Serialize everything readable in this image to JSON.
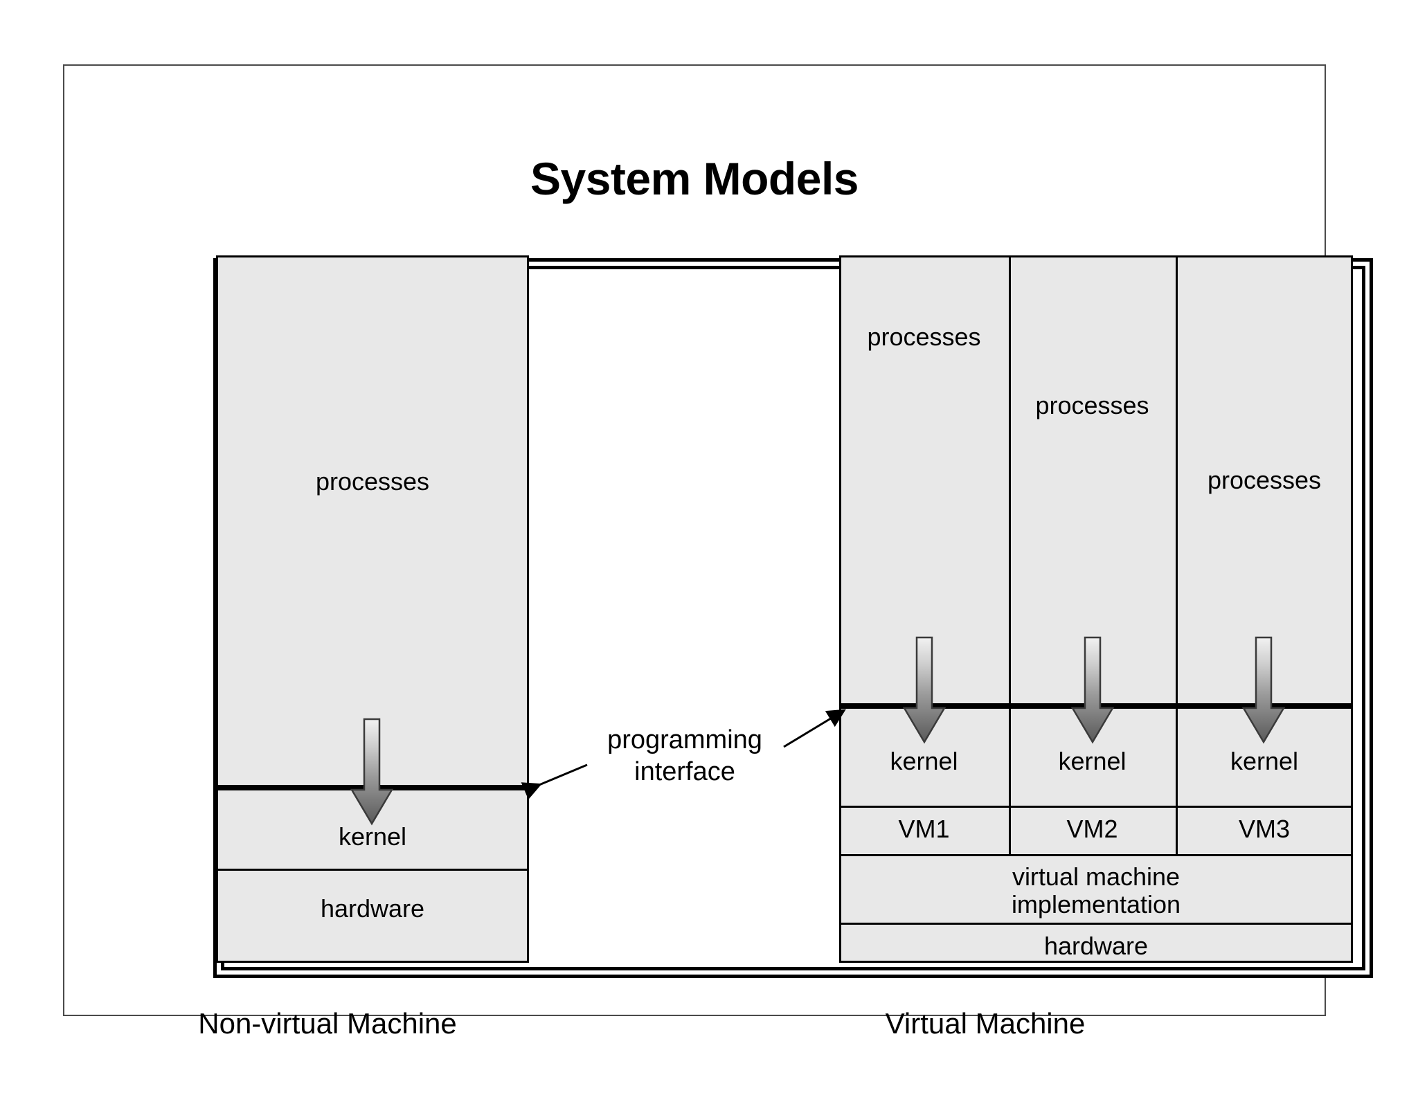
{
  "slide": {
    "title": "System Models"
  },
  "colors": {
    "box_fill": "#e8e8e8",
    "stroke": "#000000",
    "arrow_top": "#f2f2f2",
    "arrow_bottom": "#5a5a5a",
    "slide_border": "#4a4a4a"
  },
  "callout": {
    "line1": "programming",
    "line2": "interface"
  },
  "left_diagram": {
    "caption": "Non-virtual Machine",
    "layers": [
      {
        "label": "processes"
      },
      {
        "label": "kernel"
      },
      {
        "label": "hardware"
      }
    ],
    "arrow_name": "system-call-arrow"
  },
  "right_diagram": {
    "caption": "Virtual Machine",
    "columns": [
      {
        "processes_label": "processes",
        "kernel_label": "kernel",
        "vm_label": "VM1"
      },
      {
        "processes_label": "processes",
        "kernel_label": "kernel",
        "vm_label": "VM2"
      },
      {
        "processes_label": "processes",
        "kernel_label": "kernel",
        "vm_label": "VM3"
      }
    ],
    "implementation_line1": "virtual machine",
    "implementation_line2": "implementation",
    "hardware_label": "hardware"
  }
}
